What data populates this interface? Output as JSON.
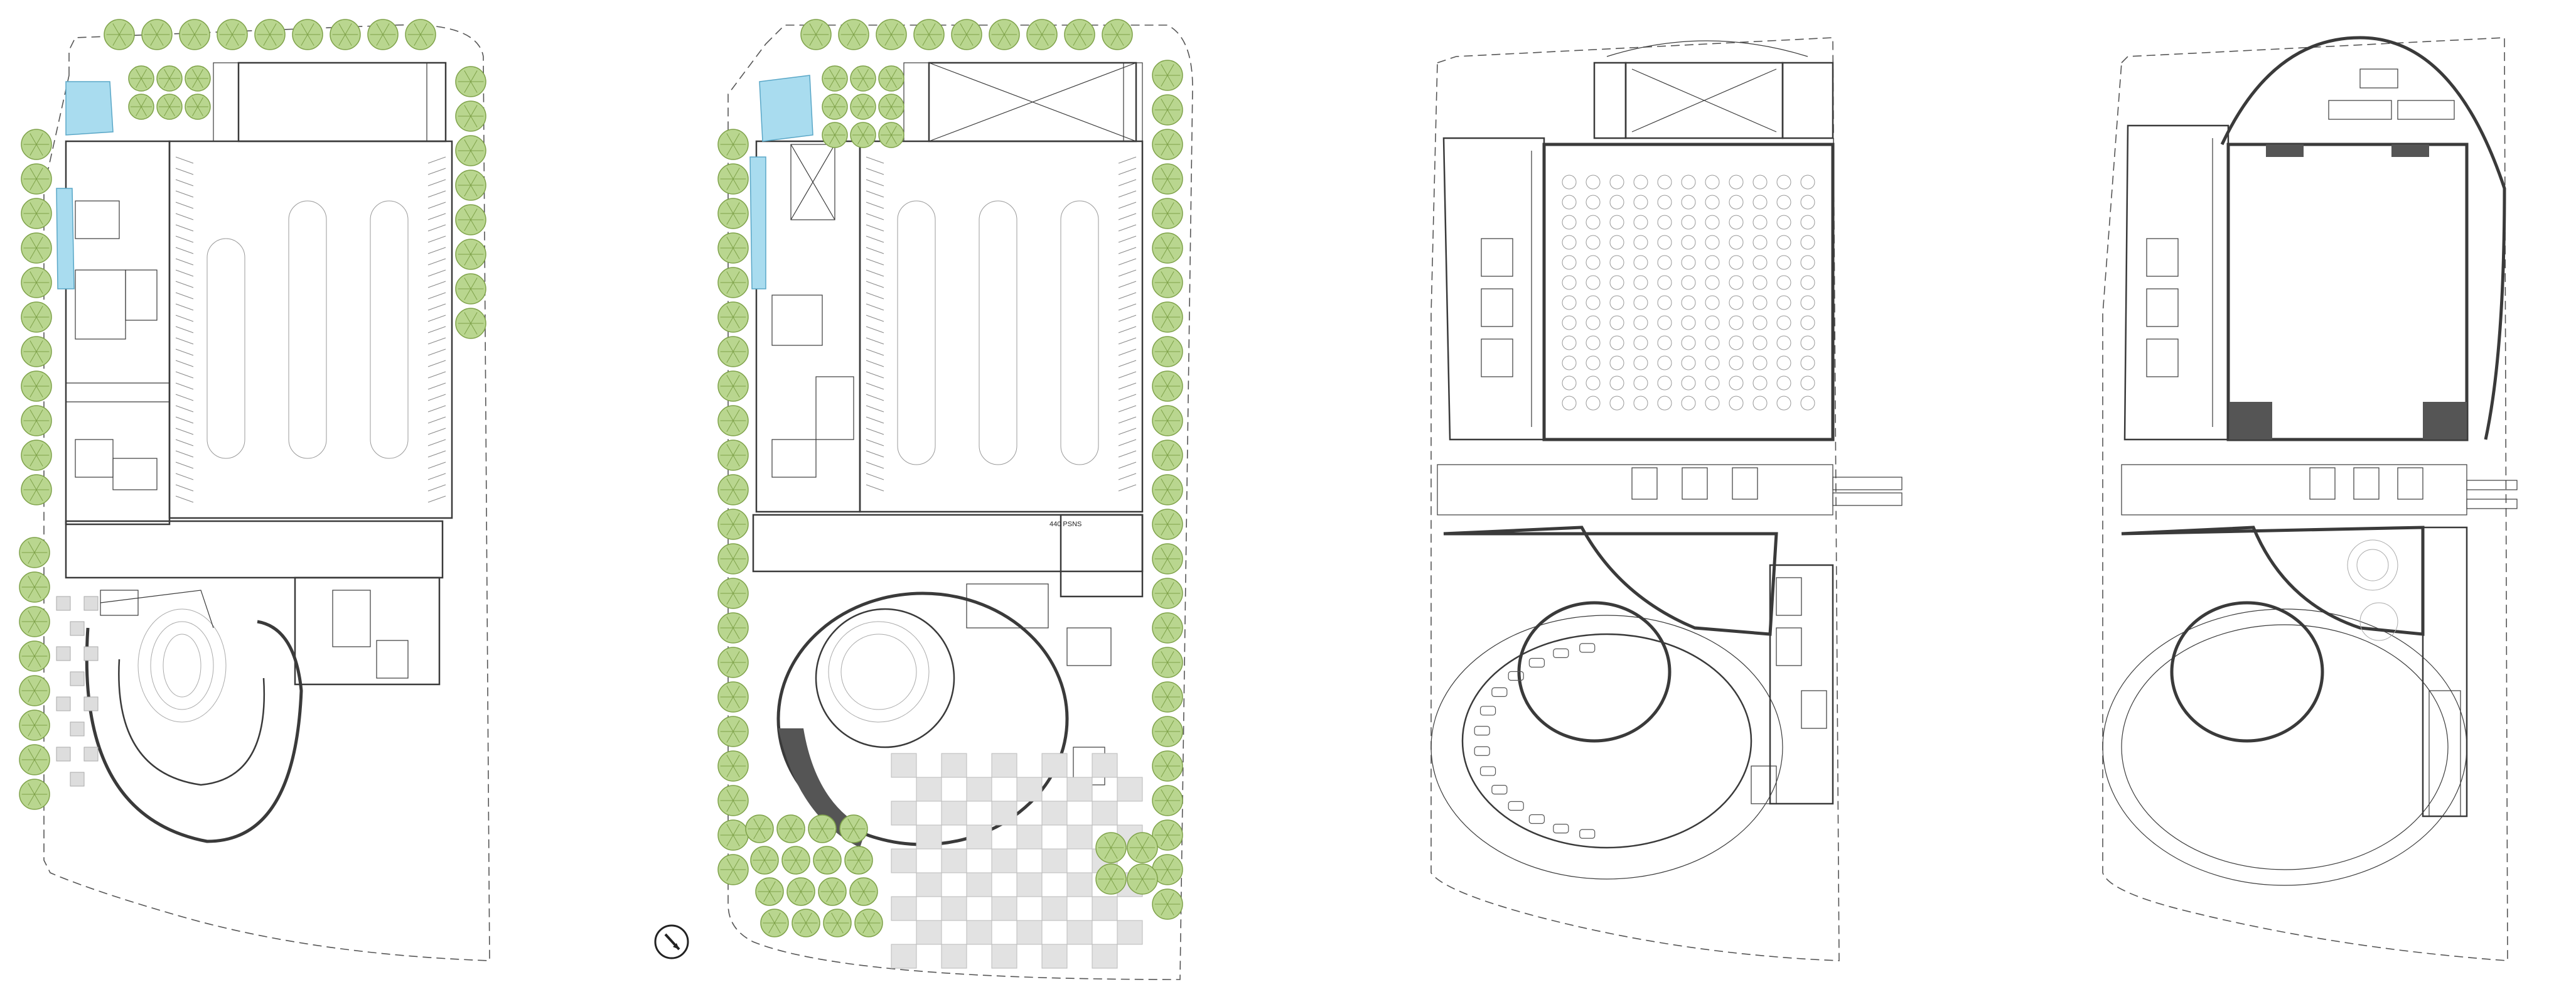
{
  "sheet": {
    "plans": [
      {
        "id": "plan-1"
      },
      {
        "id": "plan-2",
        "label": "440 PSNS"
      },
      {
        "id": "plan-3"
      },
      {
        "id": "plan-4"
      }
    ],
    "north_arrow_icon": "north-arrow-icon",
    "colors": {
      "tree_fill": "#b9d68f",
      "tree_stroke": "#7fa24a",
      "water": "#a9dcef",
      "line": "#3a3a3a"
    }
  }
}
